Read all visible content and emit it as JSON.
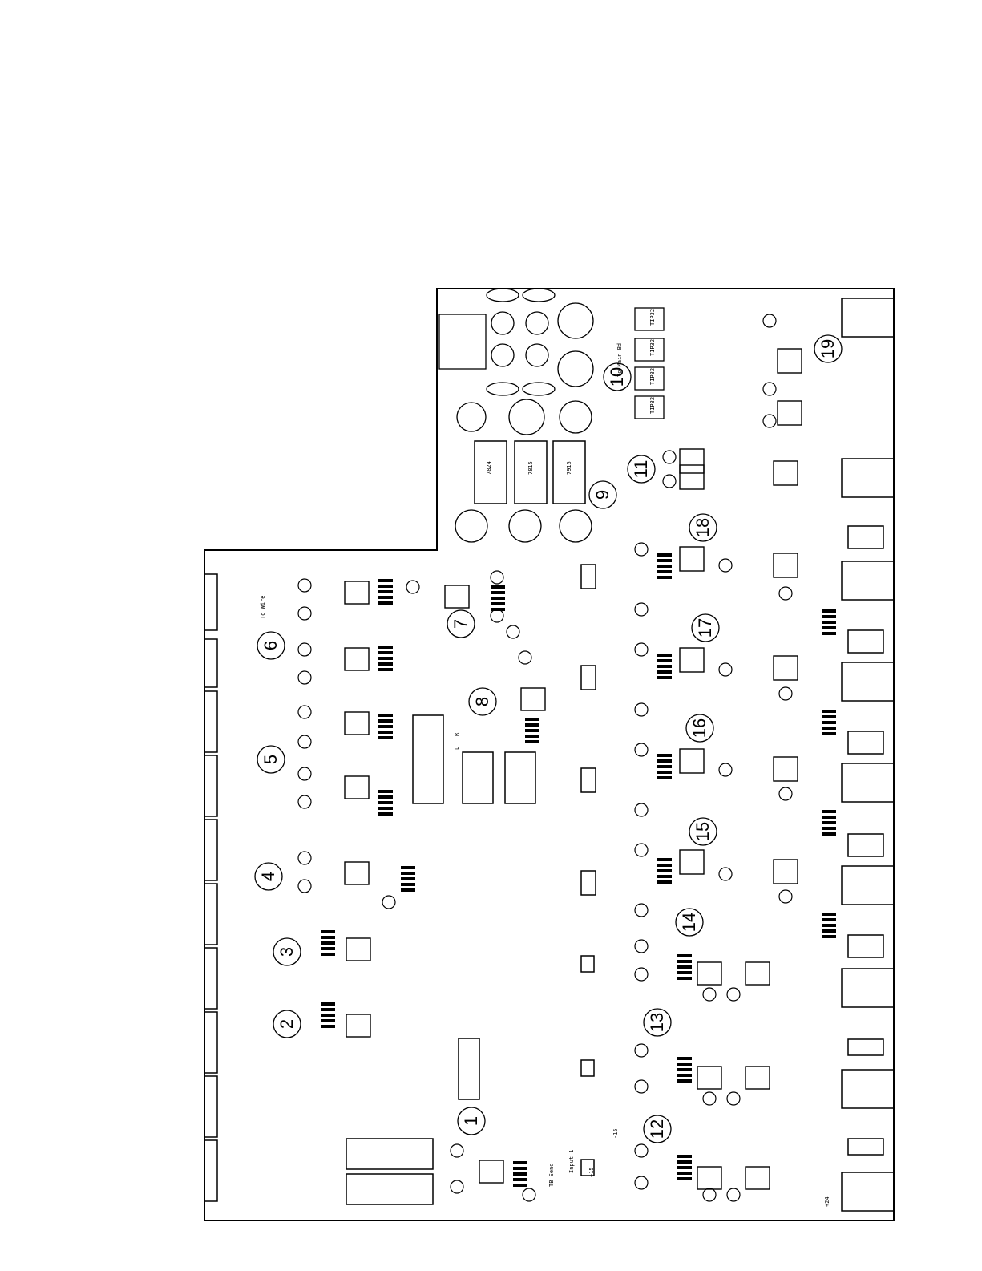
{
  "section_numbers": [
    "1",
    "2",
    "3",
    "4",
    "5",
    "6",
    "7",
    "8",
    "9",
    "10",
    "11",
    "12",
    "13",
    "14",
    "15",
    "16",
    "17",
    "18",
    "19"
  ],
  "labels": {
    "input_1": "Input 1",
    "plus_15": "+15",
    "minus_15": "-15",
    "plus_24": "+24",
    "to_main_bd": "To Main Bd",
    "to_wire": "To Wire",
    "tb_send": "TB Send",
    "l": "L",
    "r": "R"
  },
  "regulators": [
    "7824",
    "7815",
    "7915"
  ],
  "transistors": [
    "TIP32",
    "TIP32",
    "TIP32",
    "TIP32"
  ]
}
